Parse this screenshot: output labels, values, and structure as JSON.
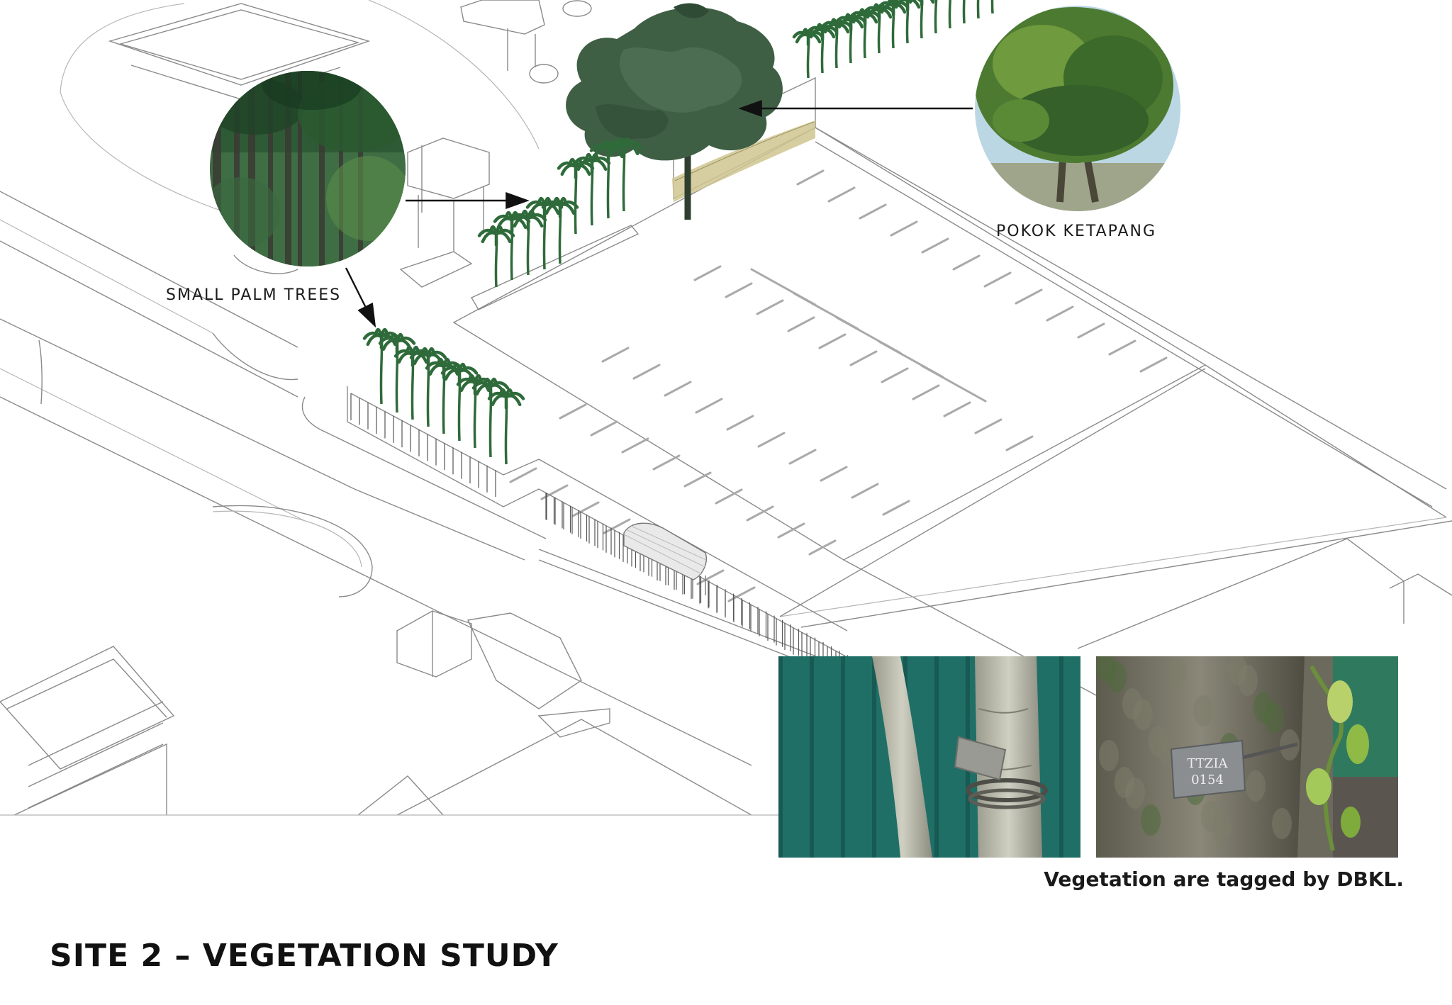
{
  "title": "SITE 2 – VEGETATION STUDY",
  "labels": {
    "small_palm_trees": "SMALL PALM TREES",
    "pokok_ketapang": "POKOK KETAPANG"
  },
  "photo_caption": "Vegetation are tagged by DBKL.",
  "tree_tag": {
    "line1": "TTZIA",
    "line2": "0154"
  },
  "colors": {
    "palm_green": "#2f6b3a",
    "ketapang_canopy": "#3f5f45",
    "hedge": "#c9c18a",
    "fence_panel": "#1f6f66",
    "line": "#8a8a8a"
  },
  "icons": {
    "palm_photo": "palm-trees-photo",
    "ketapang_photo": "ketapang-tree-photo",
    "tag_photo_left": "tree-tag-photo",
    "tag_photo_right": "tree-tag-photo"
  }
}
